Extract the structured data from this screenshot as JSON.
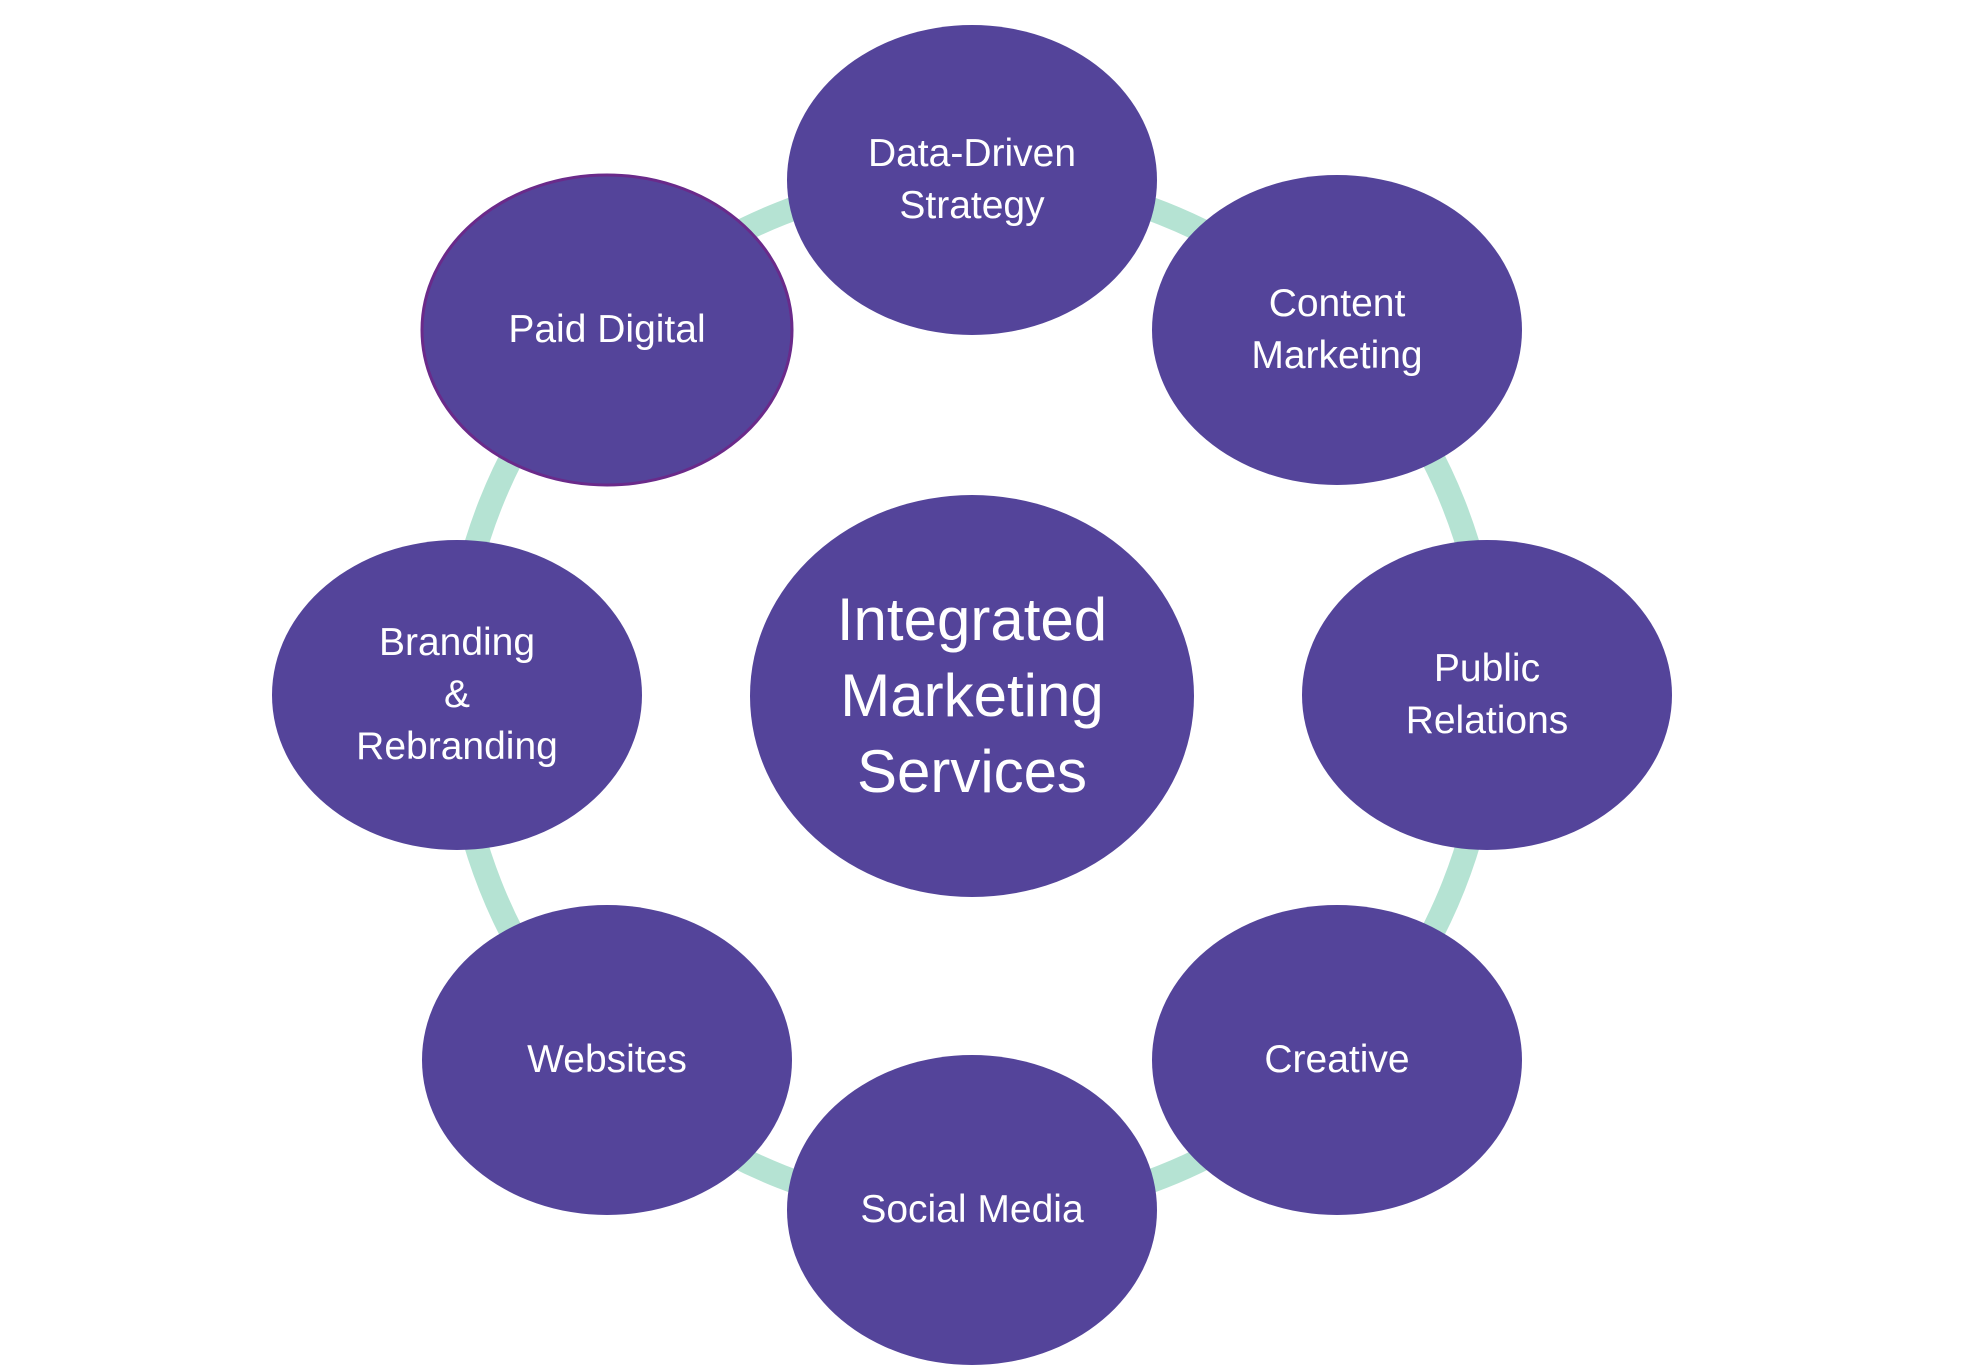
{
  "diagram": {
    "center": {
      "lines": [
        "Integrated",
        "Marketing",
        "Services"
      ]
    },
    "nodes": [
      {
        "id": "data-driven-strategy",
        "lines": [
          "Data-Driven",
          "Strategy"
        ]
      },
      {
        "id": "content-marketing",
        "lines": [
          "Content",
          "Marketing"
        ]
      },
      {
        "id": "public-relations",
        "lines": [
          "Public",
          "Relations"
        ]
      },
      {
        "id": "creative",
        "lines": [
          "Creative"
        ]
      },
      {
        "id": "social-media",
        "lines": [
          "Social Media"
        ]
      },
      {
        "id": "websites",
        "lines": [
          "Websites"
        ]
      },
      {
        "id": "branding-rebranding",
        "lines": [
          "Branding",
          "&",
          "Rebranding"
        ]
      },
      {
        "id": "paid-digital",
        "lines": [
          "Paid Digital"
        ]
      }
    ],
    "colors": {
      "node_fill": "#54449a",
      "ring": "#b5e3d3",
      "text": "#ffffff"
    }
  }
}
